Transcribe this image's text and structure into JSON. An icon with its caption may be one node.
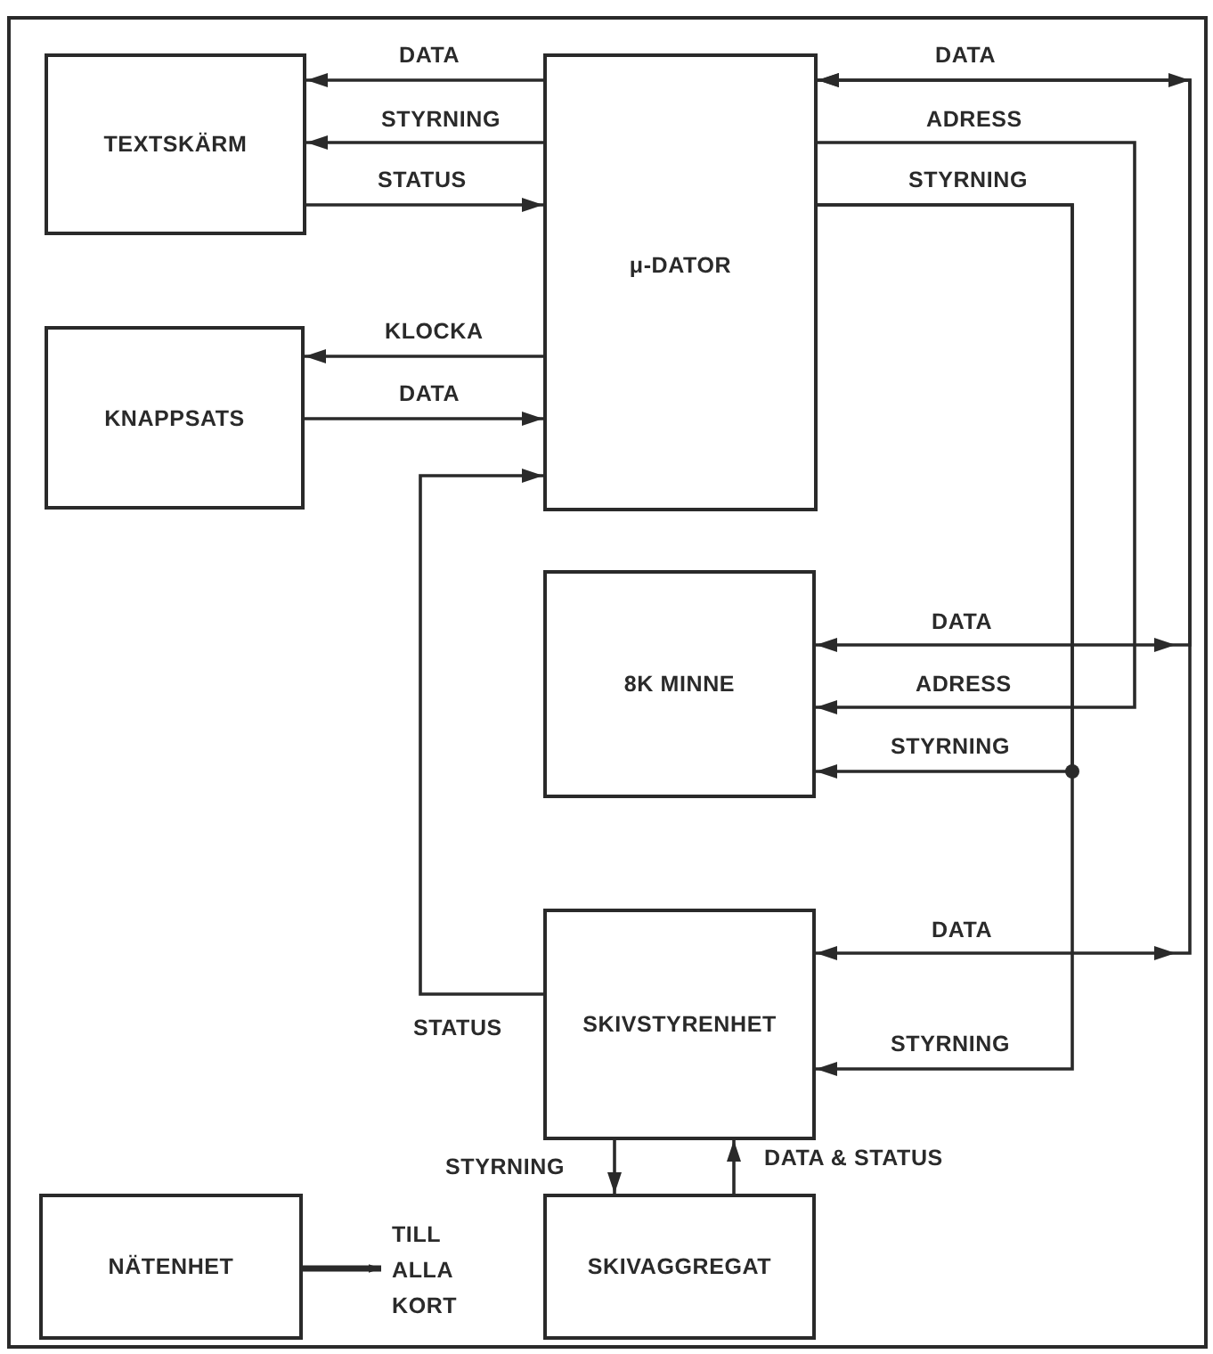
{
  "diagram": {
    "nodes": [
      {
        "text": [
          "TEXTSKÄRM"
        ]
      },
      {
        "text": [
          "μ-DATOR"
        ]
      },
      {
        "text": [
          "KNAPPSATS"
        ]
      },
      {
        "text": [
          "8K MINNE"
        ]
      },
      {
        "text": [
          "SKIVSTYRENHET"
        ]
      },
      {
        "text": [
          "NÄTENHET"
        ]
      },
      {
        "text": [
          "SKIVAGGREGAT"
        ]
      },
      {
        "text": [
          "TILL ALLA KORT"
        ]
      }
    ],
    "edges": [
      {
        "from": 1,
        "to": 0,
        "arrow": "to",
        "label": "DATA"
      },
      {
        "from": 1,
        "to": 0,
        "arrow": "to",
        "label": "STYRNING"
      },
      {
        "from": 0,
        "to": 1,
        "arrow": "to",
        "label": "STATUS"
      },
      {
        "from": 1,
        "to": 2,
        "arrow": "to",
        "label": "KLOCKA"
      },
      {
        "from": 2,
        "to": 1,
        "arrow": "to",
        "label": "DATA"
      },
      {
        "from": 4,
        "to": 1,
        "arrow": "to",
        "label": "STATUS"
      },
      {
        "from": 1,
        "to": 3,
        "arrow": "both",
        "label": "DATA"
      },
      {
        "from": 1,
        "to": 4,
        "arrow": "both",
        "label": "DATA"
      },
      {
        "from": 1,
        "to": 3,
        "arrow": "to",
        "label": "ADRESS"
      },
      {
        "from": 1,
        "to": 3,
        "arrow": "to",
        "label": "STYRNING"
      },
      {
        "from": 1,
        "to": 4,
        "arrow": "to",
        "label": "STYRNING"
      },
      {
        "from": 4,
        "to": 6,
        "arrow": "to",
        "label": "STYRNING"
      },
      {
        "from": 6,
        "to": 4,
        "arrow": "to",
        "label": "DATA & STATUS"
      },
      {
        "from": 5,
        "to": 7,
        "arrow": "to",
        "style": "thick"
      }
    ],
    "labels": [
      "DATA",
      "ADRESS",
      "STYRNING"
    ]
  }
}
